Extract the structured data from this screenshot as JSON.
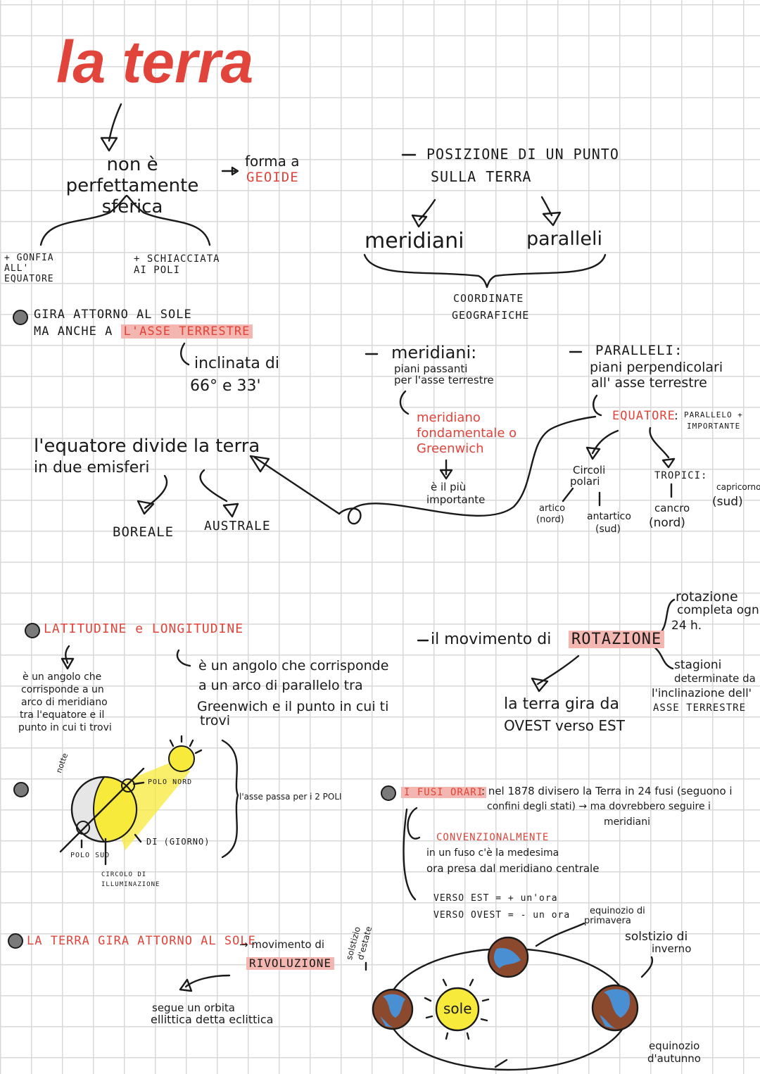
{
  "title": "la terra",
  "shape": {
    "main": "non è perfettamente sferica",
    "forma_prefix": "forma a",
    "forma_word": "GEOIDE",
    "left": "+ GONFIA ALL' EQUATORE",
    "right": "+ SCHIACCIATA AI POLI"
  },
  "gira": {
    "line1": "GIRA ATTORNO AL SOLE",
    "line2": "MA ANCHE A",
    "line2_hl": "L'ASSE TERRESTRE",
    "incl1": "inclinata di",
    "incl2": "66° e 33'"
  },
  "equatore": {
    "line1": "l'equatore divide la terra",
    "line2": "in due emisferi",
    "boreale": "BOREALE",
    "australe": "AUSTRALE"
  },
  "posizione": {
    "line1": "POSIZIONE DI UN PUNTO",
    "line2": "SULLA TERRA",
    "meridiani": "meridiani",
    "paralleli": "paralleli",
    "coord1": "COORDINATE",
    "coord2": "GEOGRAFICHE"
  },
  "meridiani": {
    "title": "meridiani:",
    "desc1": "piani passanti",
    "desc2": "per l'asse terrestre",
    "fond1": "meridiano",
    "fond2": "fondamentale o",
    "fond3": "Greenwich",
    "imp1": "è il più",
    "imp2": "importante"
  },
  "paralleli": {
    "title": "PARALLELI:",
    "desc1": "piani perpendicolari",
    "desc2": "all' asse terrestre",
    "equatore": "EQUATORE",
    "eq_note1": "PARALLELO +",
    "eq_note2": "IMPORTANTE",
    "circoli1": "Circoli",
    "circoli2": "polari",
    "artico1": "artico",
    "artico2": "(nord)",
    "antartico1": "antartico",
    "antartico2": "(sud)",
    "tropici": "TROPICI:",
    "capricorno1": "capricorno",
    "capricorno2": "(sud)",
    "cancro1": "cancro",
    "cancro2": "(nord)"
  },
  "latitudine": {
    "title": "LATITUDINE e LONGITUDINE",
    "lat1": "è un angolo che",
    "lat2": "corrisponde a un",
    "lat3": "arco di meridiano",
    "lat4": "tra l'equatore e il",
    "lat5": "punto in cui ti trovi",
    "lon1": "è un angolo che corrisponde",
    "lon2": "a un arco di parallelo tra",
    "lon3": "Greenwich e il punto in cui ti",
    "lon4": "trovi"
  },
  "diagram": {
    "notte": "notte",
    "polo_nord": "POLO NORD",
    "giorno": "DI (GIORNO)",
    "polo_sud": "POLO SUD",
    "circolo1": "CIRCOLO DI",
    "circolo2": "ILLUMINAZIONE",
    "asse": "l'asse passa per i 2 POLI"
  },
  "rotazione": {
    "prefix": "il movimento di",
    "word": "ROTAZIONE",
    "completa1": "rotazione",
    "completa2": "completa ogni",
    "completa3": "24 h.",
    "stag1": "stagioni",
    "stag2": "determinate da",
    "stag3": "l'inclinazione dell'",
    "stag4": "ASSE TERRESTRE",
    "gira1": "la terra gira da",
    "gira2": "OVEST verso EST"
  },
  "fusi": {
    "title": "I FUSI ORARI",
    "text1": ": nel 1878 divisero la Terra in 24 fusi (seguono i",
    "text2": "confini degli stati) → ma dovrebbero seguire i",
    "text3": "meridiani",
    "conv": "CONVENZIONALMENTE",
    "conv1": "in un fuso c'è la medesima",
    "conv2": "ora presa dal meridiano centrale",
    "est": "VERSO EST = + un'ora",
    "ovest": "VERSO OVEST = - un ora"
  },
  "rivoluzione": {
    "title": "LA TERRA GIRA ATTORNO AL SOLE",
    "prefix": "→ movimento di",
    "word": "RIVOLUZIONE",
    "orbita1": "segue un orbita",
    "orbita2": "ellittica detta eclittica",
    "solstizio_estate1": "solstizio",
    "solstizio_estate2": "d'estate",
    "equinozio_prim1": "equinozio di",
    "equinozio_prim2": "primavera",
    "solstizio_inv1": "solstizio di",
    "solstizio_inv2": "inverno",
    "equinozio_aut1": "equinozio",
    "equinozio_aut2": "d'autunno",
    "sole": "sole"
  },
  "colors": {
    "accent": "#e0443a",
    "highlight": "#f4b6b0",
    "sun": "#f7ea3a",
    "earth_land": "#8b4a2e",
    "earth_sea": "#4a8fd1"
  }
}
